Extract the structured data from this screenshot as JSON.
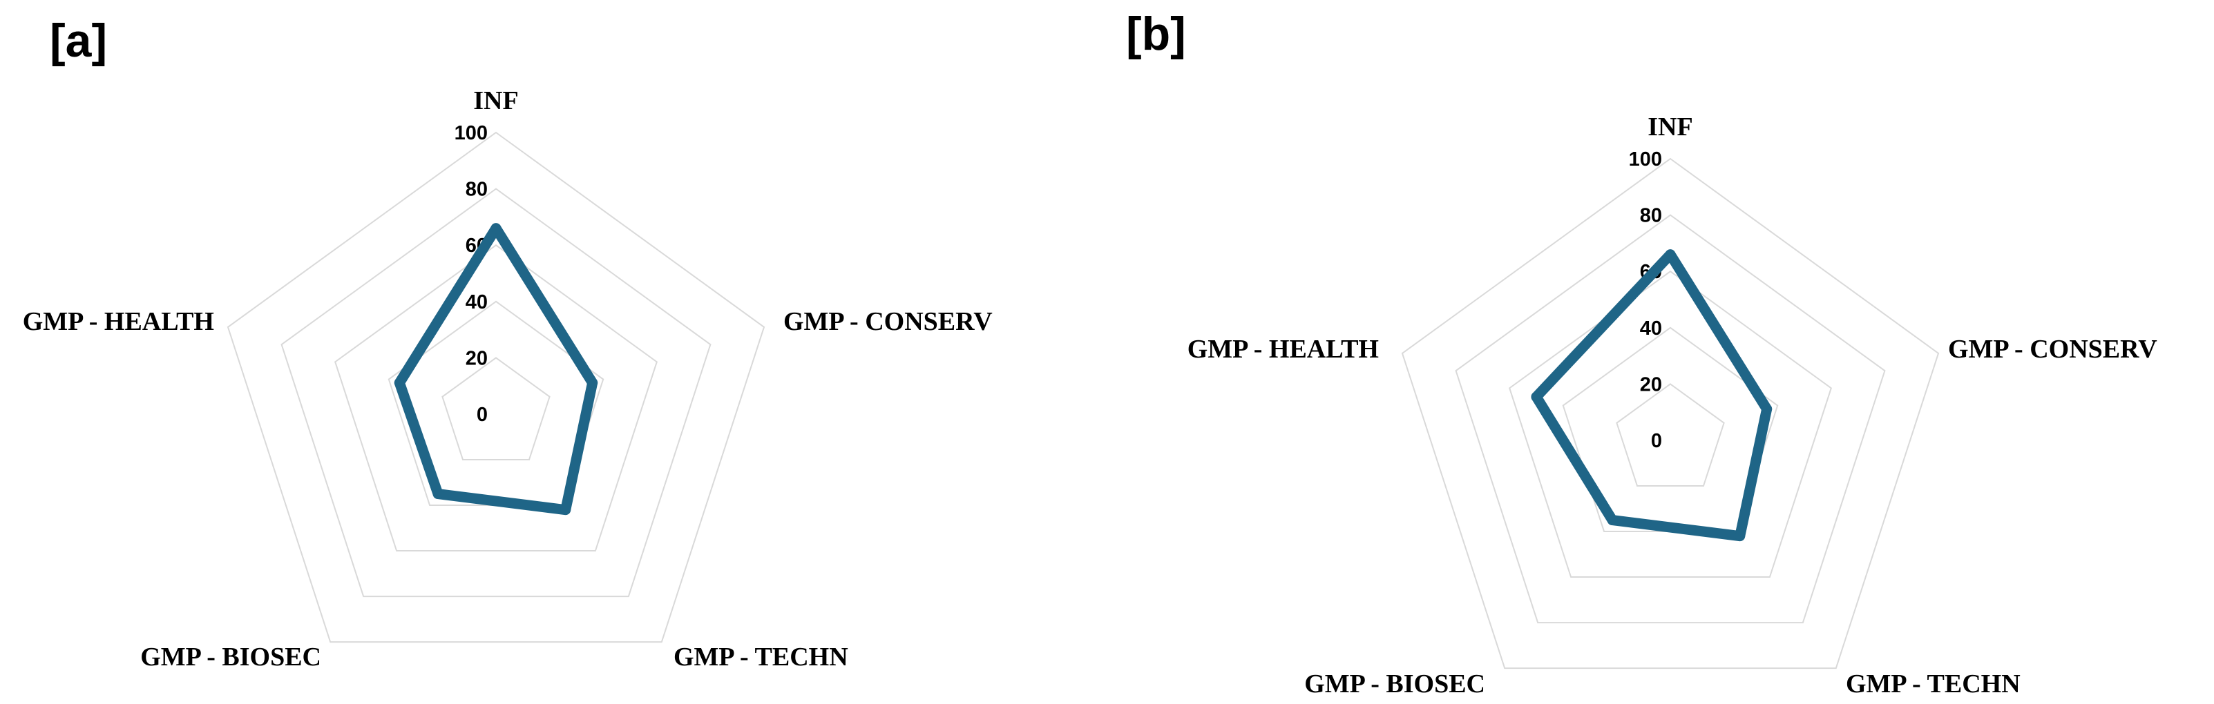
{
  "panels": [
    {
      "label": "[a]"
    },
    {
      "label": "[b]"
    }
  ],
  "colors": {
    "series": "#1f6587",
    "grid": "#d9d9d9"
  },
  "chart_data": [
    {
      "type": "radar",
      "panel_label": "[a]",
      "categories": [
        "INF",
        "GMP - CONSERV",
        "GMP - TECHN",
        "GMP - BIOSEC",
        "GMP - HEALTH"
      ],
      "tick_labels": [
        "0",
        "20",
        "40",
        "60",
        "80",
        "100"
      ],
      "rlim": [
        0,
        100
      ],
      "grid": true,
      "series": [
        {
          "values": [
            66,
            36,
            42,
            35,
            36
          ]
        }
      ]
    },
    {
      "type": "radar",
      "panel_label": "[b]",
      "categories": [
        "INF",
        "GMP - CONSERV",
        "GMP - TECHN",
        "GMP - BIOSEC",
        "GMP - HEALTH"
      ],
      "tick_labels": [
        "0",
        "20",
        "40",
        "60",
        "80",
        "100"
      ],
      "rlim": [
        0,
        100
      ],
      "grid": true,
      "series": [
        {
          "values": [
            66,
            36,
            42,
            35,
            50
          ]
        }
      ]
    }
  ]
}
